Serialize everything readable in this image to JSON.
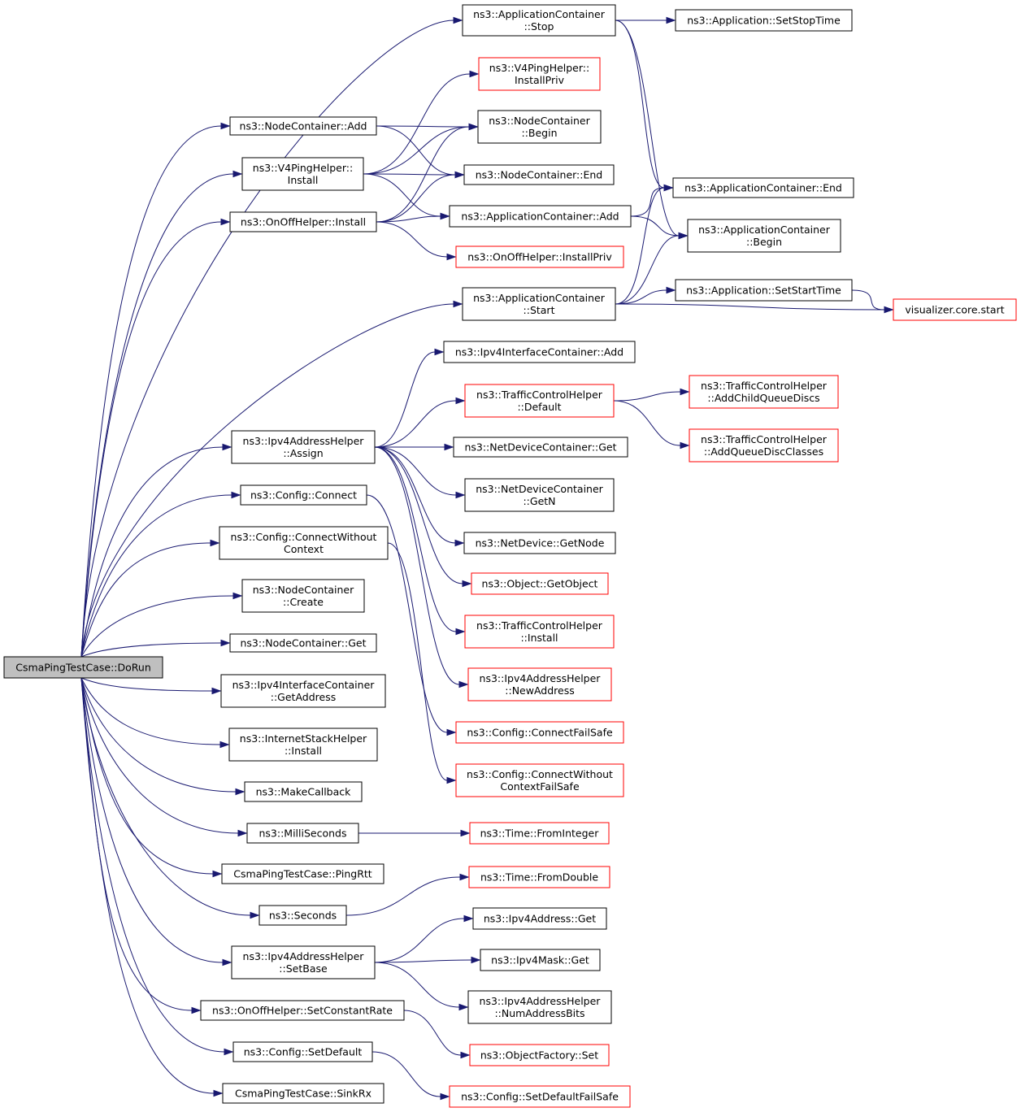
{
  "root": "csma-run",
  "colors": {
    "edge": "#191970",
    "external_border": "#ff0000",
    "internal_border": "#000000",
    "root_fill": "#bfbfbf"
  },
  "nodes": [
    {
      "id": "csma-run",
      "lines": [
        "CsmaPingTestCase::DoRun"
      ],
      "kind": "root"
    },
    {
      "id": "ac-stop",
      "lines": [
        "ns3::ApplicationContainer",
        "::Stop"
      ],
      "kind": "internal"
    },
    {
      "id": "nc-add",
      "lines": [
        "ns3::NodeContainer::Add"
      ],
      "kind": "internal"
    },
    {
      "id": "v4-install",
      "lines": [
        "ns3::V4PingHelper::",
        "Install"
      ],
      "kind": "internal"
    },
    {
      "id": "onoff-install",
      "lines": [
        "ns3::OnOffHelper::Install"
      ],
      "kind": "internal"
    },
    {
      "id": "ac-start",
      "lines": [
        "ns3::ApplicationContainer",
        "::Start"
      ],
      "kind": "internal"
    },
    {
      "id": "ipv4-assign",
      "lines": [
        "ns3::Ipv4AddressHelper",
        "::Assign"
      ],
      "kind": "internal"
    },
    {
      "id": "config-connect",
      "lines": [
        "ns3::Config::Connect"
      ],
      "kind": "internal"
    },
    {
      "id": "config-connect-wc",
      "lines": [
        "ns3::Config::ConnectWithout",
        "Context"
      ],
      "kind": "internal"
    },
    {
      "id": "nc-create",
      "lines": [
        "ns3::NodeContainer",
        "::Create"
      ],
      "kind": "internal"
    },
    {
      "id": "nc-get",
      "lines": [
        "ns3::NodeContainer::Get"
      ],
      "kind": "internal"
    },
    {
      "id": "ic-getaddress",
      "lines": [
        "ns3::Ipv4InterfaceContainer",
        "::GetAddress"
      ],
      "kind": "internal"
    },
    {
      "id": "ish-install",
      "lines": [
        "ns3::InternetStackHelper",
        "::Install"
      ],
      "kind": "internal"
    },
    {
      "id": "make-callback",
      "lines": [
        "ns3::MakeCallback"
      ],
      "kind": "internal"
    },
    {
      "id": "milliseconds",
      "lines": [
        "ns3::MilliSeconds"
      ],
      "kind": "internal"
    },
    {
      "id": "ping-rtt",
      "lines": [
        "CsmaPingTestCase::PingRtt"
      ],
      "kind": "internal"
    },
    {
      "id": "seconds",
      "lines": [
        "ns3::Seconds"
      ],
      "kind": "internal"
    },
    {
      "id": "ipv4-setbase",
      "lines": [
        "ns3::Ipv4AddressHelper",
        "::SetBase"
      ],
      "kind": "internal"
    },
    {
      "id": "onoff-setrate",
      "lines": [
        "ns3::OnOffHelper::SetConstantRate"
      ],
      "kind": "internal"
    },
    {
      "id": "config-setdefault",
      "lines": [
        "ns3::Config::SetDefault"
      ],
      "kind": "internal"
    },
    {
      "id": "sink-rx",
      "lines": [
        "CsmaPingTestCase::SinkRx"
      ],
      "kind": "internal"
    },
    {
      "id": "app-setstop",
      "lines": [
        "ns3::Application::SetStopTime"
      ],
      "kind": "internal"
    },
    {
      "id": "v4-installpriv",
      "lines": [
        "ns3::V4PingHelper::",
        "InstallPriv"
      ],
      "kind": "external"
    },
    {
      "id": "nc-begin",
      "lines": [
        "ns3::NodeContainer",
        "::Begin"
      ],
      "kind": "internal"
    },
    {
      "id": "nc-end",
      "lines": [
        "ns3::NodeContainer::End"
      ],
      "kind": "internal"
    },
    {
      "id": "ac-end",
      "lines": [
        "ns3::ApplicationContainer::End"
      ],
      "kind": "internal"
    },
    {
      "id": "ac-add",
      "lines": [
        "ns3::ApplicationContainer::Add"
      ],
      "kind": "internal"
    },
    {
      "id": "ac-begin",
      "lines": [
        "ns3::ApplicationContainer",
        "::Begin"
      ],
      "kind": "internal"
    },
    {
      "id": "onoff-installpriv",
      "lines": [
        "ns3::OnOffHelper::InstallPriv"
      ],
      "kind": "external"
    },
    {
      "id": "app-setstart",
      "lines": [
        "ns3::Application::SetStartTime"
      ],
      "kind": "internal"
    },
    {
      "id": "viz-start",
      "lines": [
        "visualizer.core.start"
      ],
      "kind": "external"
    },
    {
      "id": "ic-add",
      "lines": [
        "ns3::Ipv4InterfaceContainer::Add"
      ],
      "kind": "internal"
    },
    {
      "id": "tch-default",
      "lines": [
        "ns3::TrafficControlHelper",
        "::Default"
      ],
      "kind": "external"
    },
    {
      "id": "tch-addchild",
      "lines": [
        "ns3::TrafficControlHelper",
        "::AddChildQueueDiscs"
      ],
      "kind": "external"
    },
    {
      "id": "tch-addclasses",
      "lines": [
        "ns3::TrafficControlHelper",
        "::AddQueueDiscClasses"
      ],
      "kind": "external"
    },
    {
      "id": "ndc-get",
      "lines": [
        "ns3::NetDeviceContainer::Get"
      ],
      "kind": "internal"
    },
    {
      "id": "ndc-getn",
      "lines": [
        "ns3::NetDeviceContainer",
        "::GetN"
      ],
      "kind": "internal"
    },
    {
      "id": "nd-getnode",
      "lines": [
        "ns3::NetDevice::GetNode"
      ],
      "kind": "internal"
    },
    {
      "id": "obj-getobject",
      "lines": [
        "ns3::Object::GetObject"
      ],
      "kind": "external"
    },
    {
      "id": "tch-install",
      "lines": [
        "ns3::TrafficControlHelper",
        "::Install"
      ],
      "kind": "external"
    },
    {
      "id": "ipv4-newaddress",
      "lines": [
        "ns3::Ipv4AddressHelper",
        "::NewAddress"
      ],
      "kind": "external"
    },
    {
      "id": "config-connectfs",
      "lines": [
        "ns3::Config::ConnectFailSafe"
      ],
      "kind": "external"
    },
    {
      "id": "config-connectwcfs",
      "lines": [
        "ns3::Config::ConnectWithout",
        "ContextFailSafe"
      ],
      "kind": "external"
    },
    {
      "id": "time-frominteger",
      "lines": [
        "ns3::Time::FromInteger"
      ],
      "kind": "external"
    },
    {
      "id": "time-fromdouble",
      "lines": [
        "ns3::Time::FromDouble"
      ],
      "kind": "external"
    },
    {
      "id": "ipv4addr-get",
      "lines": [
        "ns3::Ipv4Address::Get"
      ],
      "kind": "internal"
    },
    {
      "id": "ipv4mask-get",
      "lines": [
        "ns3::Ipv4Mask::Get"
      ],
      "kind": "internal"
    },
    {
      "id": "ipv4-numaddrbits",
      "lines": [
        "ns3::Ipv4AddressHelper",
        "::NumAddressBits"
      ],
      "kind": "internal"
    },
    {
      "id": "of-set",
      "lines": [
        "ns3::ObjectFactory::Set"
      ],
      "kind": "external"
    },
    {
      "id": "config-setdefaultfs",
      "lines": [
        "ns3::Config::SetDefaultFailSafe"
      ],
      "kind": "external"
    }
  ],
  "edges": [
    [
      "csma-run",
      "ac-stop"
    ],
    [
      "csma-run",
      "nc-add"
    ],
    [
      "csma-run",
      "v4-install"
    ],
    [
      "csma-run",
      "onoff-install"
    ],
    [
      "csma-run",
      "ac-start"
    ],
    [
      "csma-run",
      "ipv4-assign"
    ],
    [
      "csma-run",
      "config-connect"
    ],
    [
      "csma-run",
      "config-connect-wc"
    ],
    [
      "csma-run",
      "nc-create"
    ],
    [
      "csma-run",
      "nc-get"
    ],
    [
      "csma-run",
      "ic-getaddress"
    ],
    [
      "csma-run",
      "ish-install"
    ],
    [
      "csma-run",
      "make-callback"
    ],
    [
      "csma-run",
      "milliseconds"
    ],
    [
      "csma-run",
      "ping-rtt"
    ],
    [
      "csma-run",
      "seconds"
    ],
    [
      "csma-run",
      "ipv4-setbase"
    ],
    [
      "csma-run",
      "onoff-setrate"
    ],
    [
      "csma-run",
      "config-setdefault"
    ],
    [
      "csma-run",
      "sink-rx"
    ],
    [
      "ac-stop",
      "app-setstop"
    ],
    [
      "ac-stop",
      "ac-end"
    ],
    [
      "ac-stop",
      "ac-begin"
    ],
    [
      "nc-add",
      "nc-begin"
    ],
    [
      "nc-add",
      "nc-end"
    ],
    [
      "v4-install",
      "v4-installpriv"
    ],
    [
      "v4-install",
      "nc-begin"
    ],
    [
      "v4-install",
      "nc-end"
    ],
    [
      "v4-install",
      "ac-add"
    ],
    [
      "onoff-install",
      "nc-begin"
    ],
    [
      "onoff-install",
      "nc-end"
    ],
    [
      "onoff-install",
      "ac-add"
    ],
    [
      "onoff-install",
      "onoff-installpriv"
    ],
    [
      "ac-add",
      "ac-end"
    ],
    [
      "ac-add",
      "ac-begin"
    ],
    [
      "ac-start",
      "app-setstart"
    ],
    [
      "ac-start",
      "ac-end"
    ],
    [
      "ac-start",
      "ac-begin"
    ],
    [
      "ac-start",
      "viz-start"
    ],
    [
      "app-setstart",
      "viz-start"
    ],
    [
      "ipv4-assign",
      "ic-add"
    ],
    [
      "ipv4-assign",
      "tch-default"
    ],
    [
      "ipv4-assign",
      "ndc-get"
    ],
    [
      "ipv4-assign",
      "ndc-getn"
    ],
    [
      "ipv4-assign",
      "nd-getnode"
    ],
    [
      "ipv4-assign",
      "obj-getobject"
    ],
    [
      "ipv4-assign",
      "tch-install"
    ],
    [
      "ipv4-assign",
      "ipv4-newaddress"
    ],
    [
      "tch-default",
      "tch-addchild"
    ],
    [
      "tch-default",
      "tch-addclasses"
    ],
    [
      "config-connect",
      "config-connectfs"
    ],
    [
      "config-connect-wc",
      "config-connectwcfs"
    ],
    [
      "milliseconds",
      "time-frominteger"
    ],
    [
      "seconds",
      "time-fromdouble"
    ],
    [
      "ipv4-setbase",
      "ipv4addr-get"
    ],
    [
      "ipv4-setbase",
      "ipv4mask-get"
    ],
    [
      "ipv4-setbase",
      "ipv4-numaddrbits"
    ],
    [
      "onoff-setrate",
      "of-set"
    ],
    [
      "config-setdefault",
      "config-setdefaultfs"
    ]
  ]
}
